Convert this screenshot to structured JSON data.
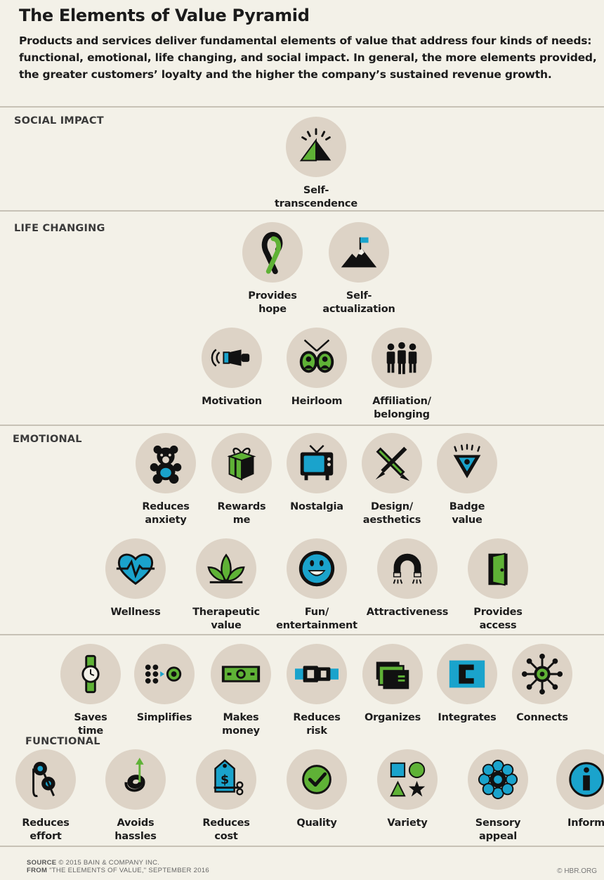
{
  "title": "The Elements of Value Pyramid",
  "intro": "Products and services deliver fundamental elements of value that address four kinds of needs: functional, emotional, life changing, and social impact. In general, the more elements provided, the greater customers’ loyalty and the higher the company’s sustained revenue growth.",
  "sections": {
    "social": "SOCIAL IMPACT",
    "life": "LIFE CHANGING",
    "emotional": "EMOTIONAL",
    "functional": "FUNCTIONAL"
  },
  "elements": {
    "self_transcendence": {
      "label": "Self-\ntranscendence",
      "icon": "mountain-sun-icon"
    },
    "provides_hope": {
      "label": "Provides\nhope",
      "icon": "ribbon-icon"
    },
    "self_actualization": {
      "label": "Self-\nactualization",
      "icon": "summit-flag-icon"
    },
    "motivation": {
      "label": "Motivation",
      "icon": "megaphone-icon"
    },
    "heirloom": {
      "label": "Heirloom",
      "icon": "portraits-icon"
    },
    "affiliation": {
      "label": "Affiliation/\nbelonging",
      "icon": "group-icon"
    },
    "reduces_anxiety": {
      "label": "Reduces\nanxiety",
      "icon": "teddy-bear-icon"
    },
    "rewards_me": {
      "label": "Rewards\nme",
      "icon": "gift-icon"
    },
    "nostalgia": {
      "label": "Nostalgia",
      "icon": "television-icon"
    },
    "design": {
      "label": "Design/\naesthetics",
      "icon": "pencil-brush-icon"
    },
    "badge_value": {
      "label": "Badge\nvalue",
      "icon": "shield-badge-icon"
    },
    "wellness": {
      "label": "Wellness",
      "icon": "heartbeat-icon"
    },
    "therapeutic": {
      "label": "Therapeutic\nvalue",
      "icon": "leaves-icon"
    },
    "fun": {
      "label": "Fun/\nentertainment",
      "icon": "smiley-icon"
    },
    "attractiveness": {
      "label": "Attractiveness",
      "icon": "magnet-icon"
    },
    "provides_access": {
      "label": "Provides\naccess",
      "icon": "door-icon"
    },
    "saves_time": {
      "label": "Saves\ntime",
      "icon": "watch-icon"
    },
    "simplifies": {
      "label": "Simplifies",
      "icon": "dots-to-target-icon"
    },
    "makes_money": {
      "label": "Makes\nmoney",
      "icon": "banknote-icon"
    },
    "reduces_risk": {
      "label": "Reduces\nrisk",
      "icon": "seatbelt-icon"
    },
    "organizes": {
      "label": "Organizes",
      "icon": "folders-icon"
    },
    "integrates": {
      "label": "Integrates",
      "icon": "c-bracket-icon"
    },
    "connects": {
      "label": "Connects",
      "icon": "network-hub-icon"
    },
    "reduces_effort": {
      "label": "Reduces\neffort",
      "icon": "pulley-icon"
    },
    "avoids_hassles": {
      "label": "Avoids\nhassles",
      "icon": "spiral-arrow-icon"
    },
    "reduces_cost": {
      "label": "Reduces\ncost",
      "icon": "price-tag-scissors-icon"
    },
    "quality": {
      "label": "Quality",
      "icon": "checkmark-icon"
    },
    "variety": {
      "label": "Variety",
      "icon": "shapes-icon"
    },
    "sensory_appeal": {
      "label": "Sensory\nappeal",
      "icon": "flower-icon"
    },
    "informs": {
      "label": "Informs",
      "icon": "info-icon"
    }
  },
  "footer": {
    "source_key": "SOURCE",
    "source": "© 2015 BAIN & COMPANY INC.",
    "from_key": "FROM",
    "from": "\"THE ELEMENTS OF VALUE,\" SEPTEMBER 2016",
    "credit": "© HBR.ORG"
  },
  "colors": {
    "background": "#f3f1e8",
    "disc": "#ddd3c6",
    "green": "#5fb236",
    "blue": "#1aa3cc",
    "ink": "#111111"
  }
}
